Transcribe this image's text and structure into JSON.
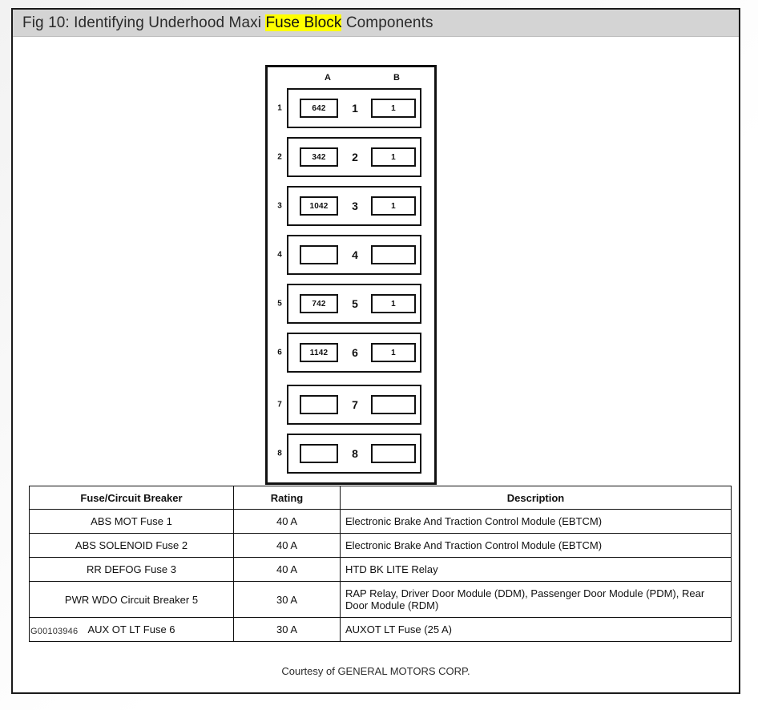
{
  "title_bar": {
    "prefix": "Fig 10: Identifying Underhood Maxi ",
    "highlight": "Fuse Block",
    "suffix": " Components",
    "highlight_color": "#ffff00",
    "background_color": "#d4d4d4"
  },
  "diagram": {
    "column_headers": [
      "A",
      "B"
    ],
    "rows": [
      {
        "number": "1",
        "a_value": "642",
        "center": "1",
        "b_value": "1"
      },
      {
        "number": "2",
        "a_value": "342",
        "center": "2",
        "b_value": "1"
      },
      {
        "number": "3",
        "a_value": "1042",
        "center": "3",
        "b_value": "1"
      },
      {
        "number": "4",
        "a_value": "",
        "center": "4",
        "b_value": ""
      },
      {
        "number": "5",
        "a_value": "742",
        "center": "5",
        "b_value": "1"
      },
      {
        "number": "6",
        "a_value": "1142",
        "center": "6",
        "b_value": "1"
      },
      {
        "number": "7",
        "a_value": "",
        "center": "7",
        "b_value": ""
      },
      {
        "number": "8",
        "a_value": "",
        "center": "8",
        "b_value": ""
      }
    ]
  },
  "table": {
    "headers": [
      "Fuse/Circuit Breaker",
      "Rating",
      "Description"
    ],
    "rows": [
      {
        "name": "ABS MOT Fuse 1",
        "rating": "40 A",
        "description": "Electronic Brake And Traction Control Module (EBTCM)"
      },
      {
        "name": "ABS SOLENOID Fuse 2",
        "rating": "40 A",
        "description": "Electronic Brake And Traction Control Module (EBTCM)"
      },
      {
        "name": "RR DEFOG Fuse 3",
        "rating": "40 A",
        "description": "HTD BK LITE Relay"
      },
      {
        "name": "PWR WDO Circuit Breaker 5",
        "rating": "30 A",
        "description": "RAP Relay, Driver Door Module (DDM), Passenger Door Module (PDM), Rear Door Module (RDM)"
      },
      {
        "name": "AUX OT LT Fuse 6",
        "rating": "30 A",
        "description": "AUXOT LT Fuse (25 A)"
      }
    ]
  },
  "figure_id": "G00103946",
  "courtesy": "Courtesy of GENERAL MOTORS CORP."
}
